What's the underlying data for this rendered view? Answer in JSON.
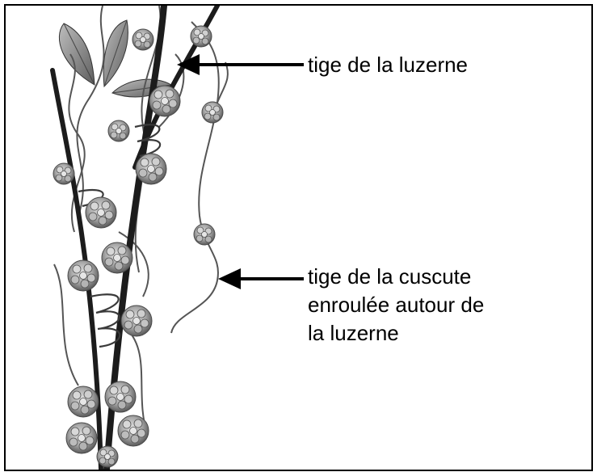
{
  "labels": {
    "luzerne_stem": "tige de la luzerne",
    "cuscute_stem": {
      "line1": "tige de la cuscute",
      "line2": "enroulée autour de",
      "line3": "la luzerne"
    }
  },
  "colors": {
    "stem_dark": "#1c1c1c",
    "vine": "#555555",
    "flower": "#a9a9a9",
    "flower_dark": "#6e6e6e",
    "leaf": "#8c8c8c",
    "arrow": "#000000",
    "border": "#000000"
  }
}
